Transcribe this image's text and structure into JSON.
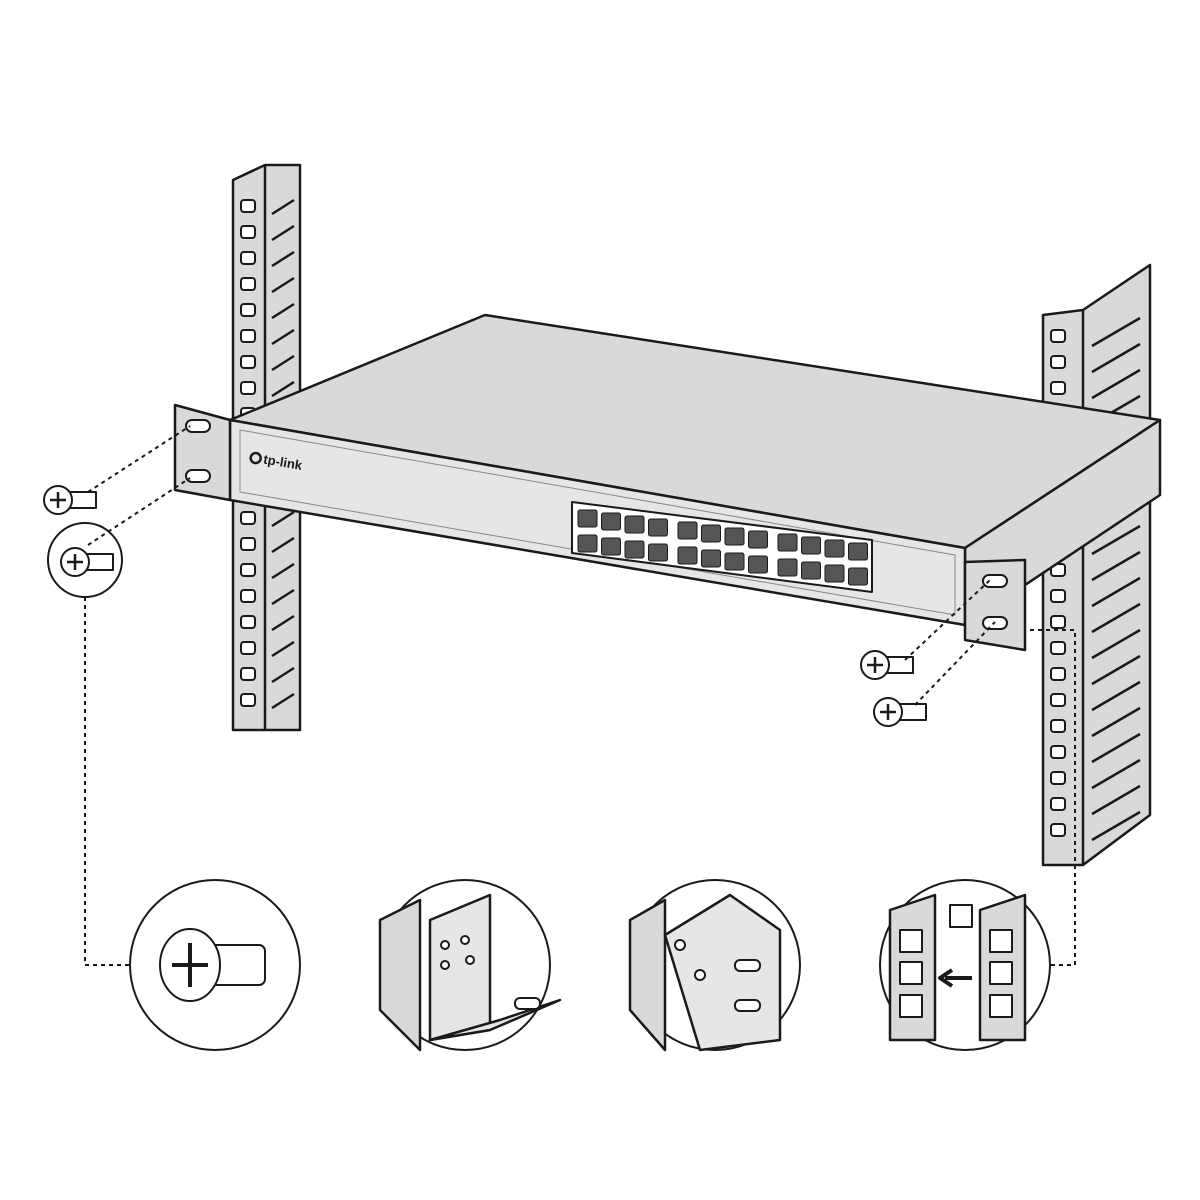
{
  "device": {
    "logo_text": "tp-link",
    "port_count": 24
  },
  "colors": {
    "metal": "#d9d9d9",
    "panel": "#e6e6e6",
    "outline": "#1a1a1a",
    "background": "#ffffff"
  },
  "details": [
    {
      "name": "screw-closeup",
      "icon": "screw-icon"
    },
    {
      "name": "bracket-left-closeup",
      "icon": "bracket-icon"
    },
    {
      "name": "bracket-right-closeup",
      "icon": "bracket-icon"
    },
    {
      "name": "cage-nut-closeup",
      "icon": "cage-nut-icon"
    }
  ]
}
